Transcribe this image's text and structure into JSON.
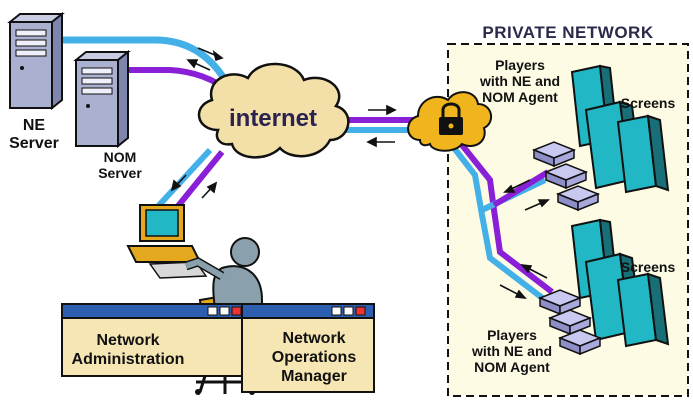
{
  "labels": {
    "ne_server_line1": "NE",
    "ne_server_line2": "Server",
    "nom_server_line1": "NOM",
    "nom_server_line2": "Server",
    "internet": "internet",
    "private_network": "PRIVATE NETWORK",
    "players_top_line1": "Players",
    "players_top_line2": "with NE and",
    "players_top_line3": "NOM Agent",
    "screens_top": "Screens",
    "screens_bottom": "Screens",
    "players_bottom_line1": "Players",
    "players_bottom_line2": "with NE and",
    "players_bottom_line3": "NOM Agent",
    "window_left_line1": "Network",
    "window_left_line2": "Administration",
    "window_right_line1": "Network",
    "window_right_line2": "Operations",
    "window_right_line3": "Manager"
  },
  "colors": {
    "blue_link": "#43b0e8",
    "purple_link": "#8a1fd8",
    "private_bg": "#fdfbe4",
    "cloud": "#f3dfa8",
    "server": "#aab0cf",
    "window_bg": "#f5e6b4",
    "window_bar": "#2c5fb0",
    "screen": "#22b7c4",
    "player": "#c8c8f0",
    "person": "#8aa0ac",
    "chair": "#e0a91d"
  },
  "icons": [
    "server-icon",
    "cloud-icon",
    "lock-icon",
    "workstation-icon",
    "person-icon",
    "chair-icon",
    "screen-icon",
    "player-box-icon",
    "window-buttons-icon"
  ]
}
